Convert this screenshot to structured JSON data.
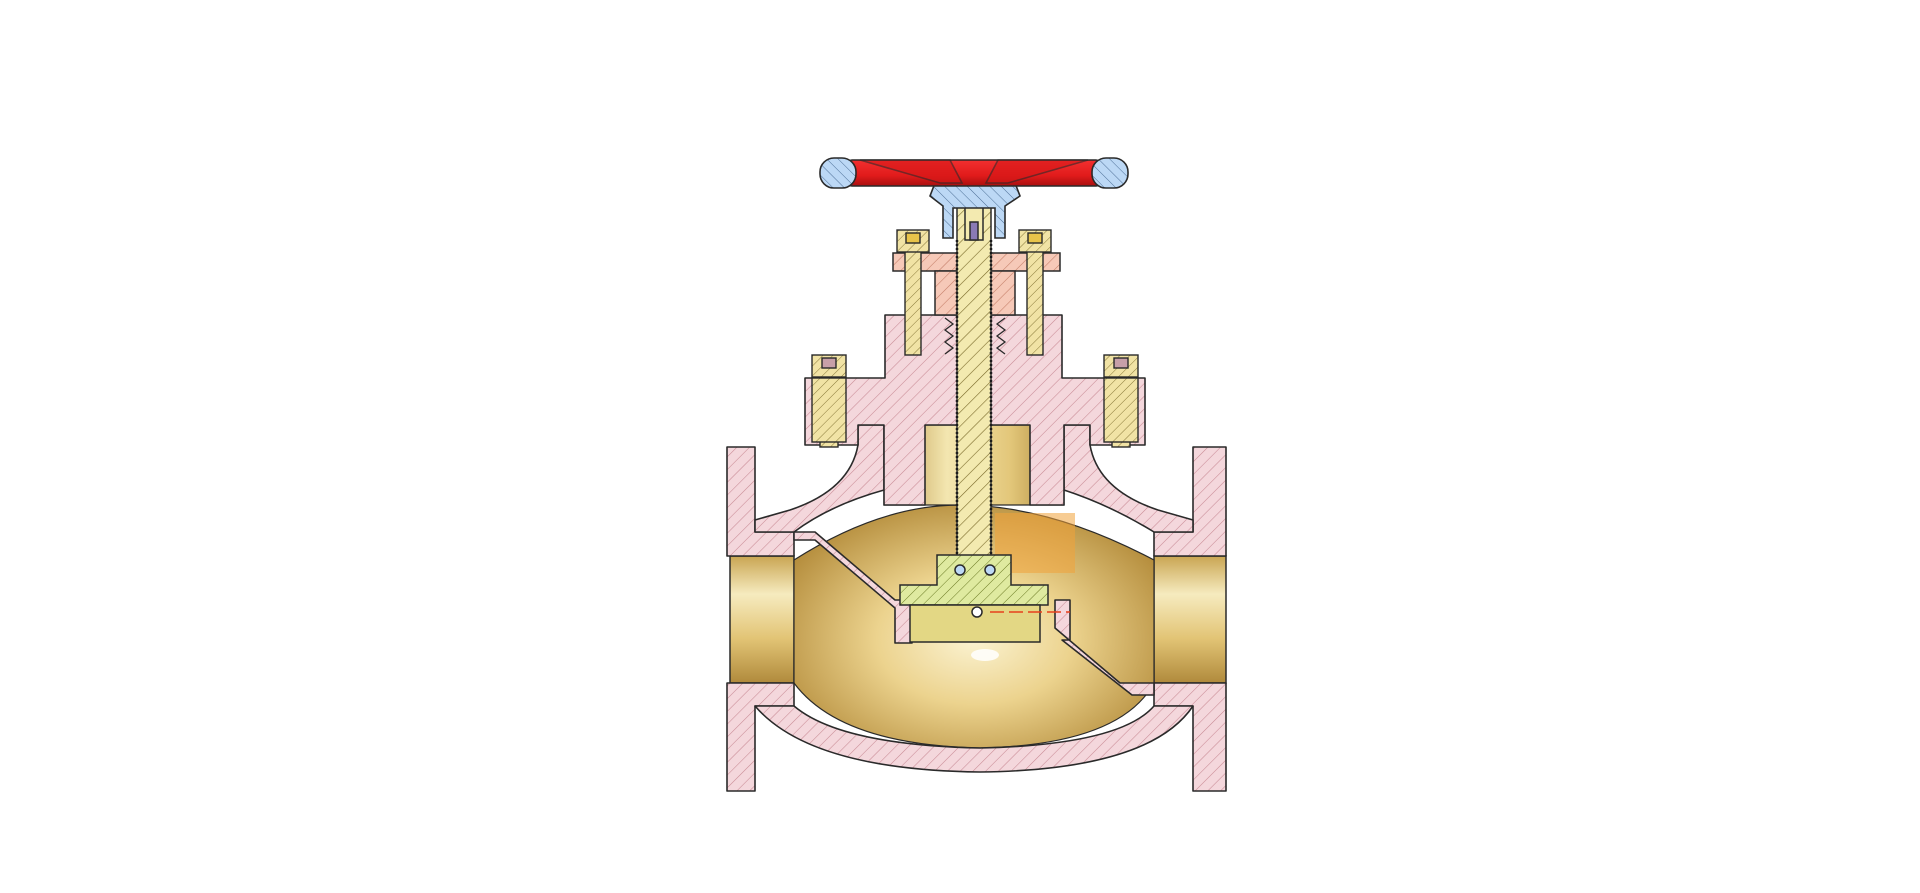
{
  "scene": {
    "view": "section-view",
    "subject": "globe-valve"
  },
  "colors": {
    "background": "#ffffff",
    "outline": "#2a2a2a",
    "body_section": "#f4d7dc",
    "body_hatch": "#c98a94",
    "bonnet_section": "#f6c9b8",
    "stem": "#f3eab0",
    "stem_hatch": "#7a6a2a",
    "disc": "#dfeaa0",
    "brass_light": "#f3e6b0",
    "brass_mid": "#e3c77a",
    "brass_dark": "#b99445",
    "handwheel": "#e11b1b",
    "handwheel_dark": "#a90f0f",
    "hub": "#bcd8f5",
    "nut": "#f1e3a5",
    "nut_core": "#c79fa8",
    "gland_insert": "#8a7ab5",
    "orange_accent": "#f0a23a",
    "flow_marker": "#e8401c"
  },
  "parts": [
    {
      "id": "handwheel",
      "icon": "handwheel-icon"
    },
    {
      "id": "hub",
      "icon": "hub-icon"
    },
    {
      "id": "stem",
      "icon": "stem-icon"
    },
    {
      "id": "gland-flange",
      "icon": "flange-icon"
    },
    {
      "id": "bonnet",
      "icon": "bonnet-icon"
    },
    {
      "id": "body",
      "icon": "valve-body-icon"
    },
    {
      "id": "disc",
      "icon": "disc-icon"
    },
    {
      "id": "bolts",
      "icon": "bolt-icon"
    }
  ]
}
